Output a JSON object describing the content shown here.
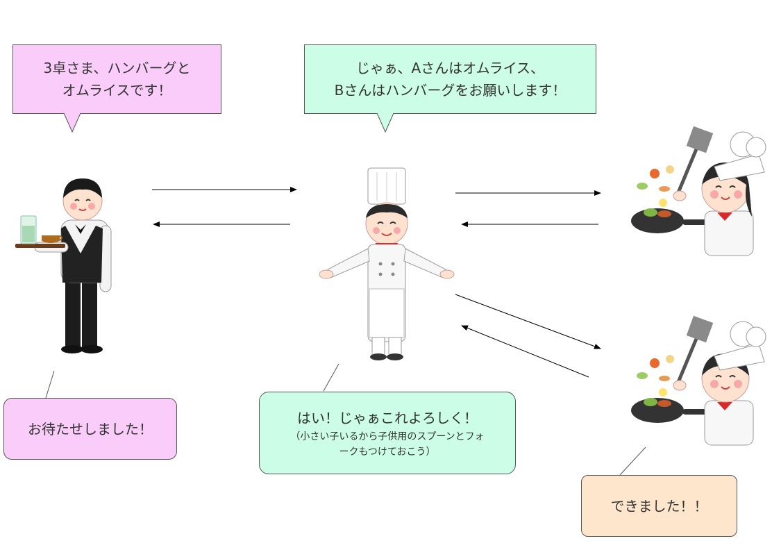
{
  "bubbles": {
    "waiter_order": {
      "line1": "3卓さま、ハンバーグと",
      "line2": "オムライスです！",
      "color": "#f9ccf9"
    },
    "chef_assign": {
      "line1": "じゃぁ、Aさんはオムライス、",
      "line2": "Bさんはハンバーグをお願いします！",
      "color": "#ccfde6"
    },
    "waiter_done": {
      "text": "お待たせしました！",
      "color": "#f9ccf9"
    },
    "chef_reply": {
      "line1": "はい！じゃぁこれよろしく！",
      "line2": "（小さい子いるから子供用のスプーンとフォ",
      "line3": "ークもつけておこう）",
      "color": "#ccfde6"
    },
    "cooks_done": {
      "text": "できました！！",
      "color": "#fde6cc"
    }
  },
  "figures": {
    "waiter": "waiter-illustration",
    "head_chef": "head-chef-illustration",
    "cook_a": "cook-a-illustration",
    "cook_b": "cook-b-illustration"
  }
}
